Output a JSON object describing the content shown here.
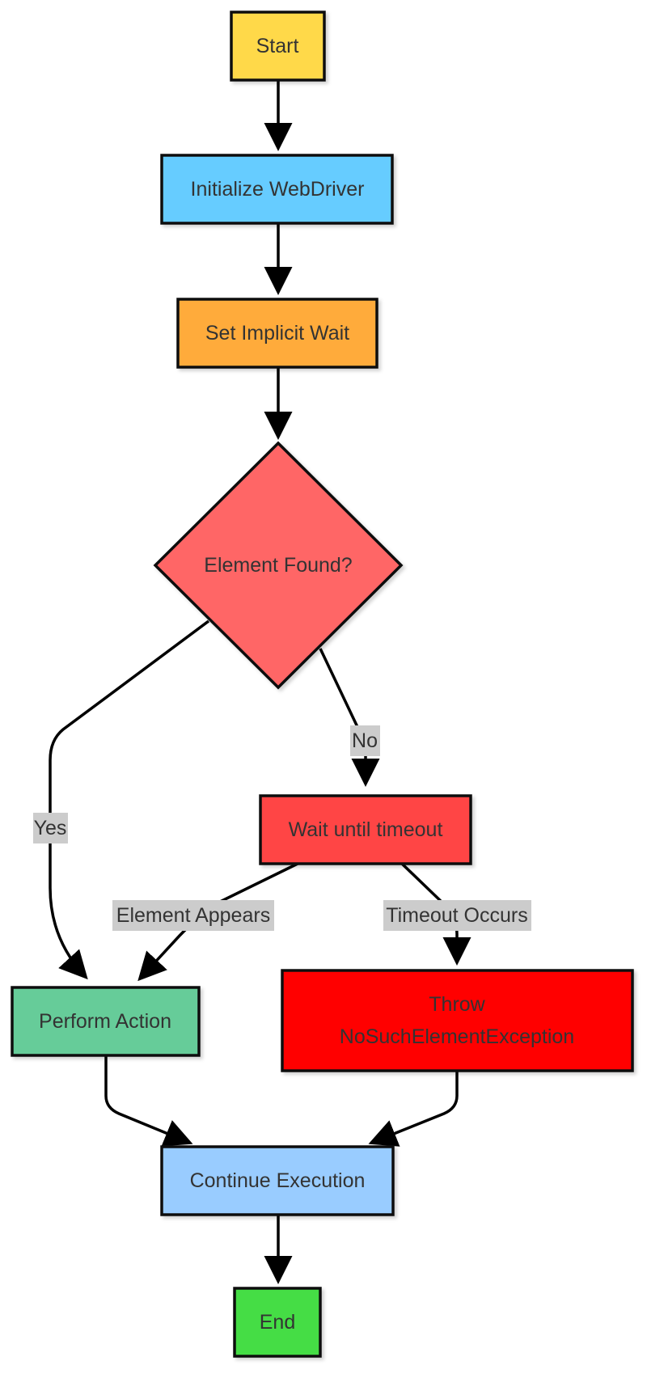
{
  "nodes": {
    "start": {
      "label": "Start",
      "color": "#ffd94a"
    },
    "init": {
      "label": "Initialize WebDriver",
      "color": "#66ccff"
    },
    "implicit": {
      "label": "Set Implicit Wait",
      "color": "#ffab3a"
    },
    "found": {
      "label": "Element Found?",
      "color": "#ff6666"
    },
    "wait": {
      "label": "Wait until timeout",
      "color": "#ff4444"
    },
    "perform": {
      "label": "Perform Action",
      "color": "#66cc99"
    },
    "throw": {
      "label_line1": "Throw",
      "label_line2": "NoSuchElementException",
      "color": "#ff0000"
    },
    "continue": {
      "label": "Continue Execution",
      "color": "#99ccff"
    },
    "end": {
      "label": "End",
      "color": "#44dd44"
    }
  },
  "edges": {
    "yes": "Yes",
    "no": "No",
    "appears": "Element Appears",
    "timeout": "Timeout Occurs"
  }
}
